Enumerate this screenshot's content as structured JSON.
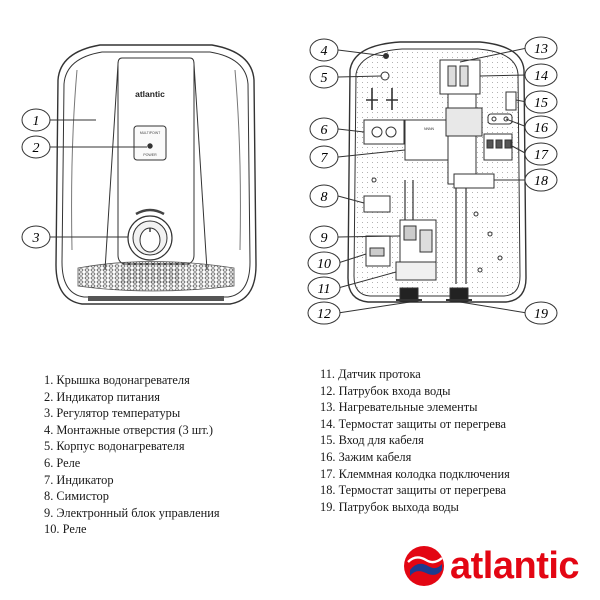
{
  "front_view": {
    "brand": "atlantic",
    "indicator_caption": "POWER",
    "indicator_top": "MULTIPOINT"
  },
  "callouts_left": [
    {
      "n": "1",
      "target": "cover"
    },
    {
      "n": "2",
      "target": "power-indicator"
    },
    {
      "n": "3",
      "target": "temperature-knob"
    }
  ],
  "callouts_right": [
    {
      "n": "4"
    },
    {
      "n": "5"
    },
    {
      "n": "6"
    },
    {
      "n": "7"
    },
    {
      "n": "8"
    },
    {
      "n": "9"
    },
    {
      "n": "10"
    },
    {
      "n": "11"
    },
    {
      "n": "12"
    },
    {
      "n": "13"
    },
    {
      "n": "14"
    },
    {
      "n": "15"
    },
    {
      "n": "16"
    },
    {
      "n": "17"
    },
    {
      "n": "18"
    },
    {
      "n": "19"
    }
  ],
  "legend": {
    "left": [
      "1. Крышка водонагревателя",
      "2. Индикатор питания",
      "3. Регулятор температуры",
      "4. Монтажные отверстия (3 шт.)",
      "5. Корпус водонагревателя",
      "6. Реле",
      "7. Индикатор",
      "8. Симистор",
      "9. Электронный блок управления",
      "10. Реле"
    ],
    "right": [
      "11. Датчик протока",
      "12. Патрубок входа воды",
      "13. Нагревательные элементы",
      "14. Термостат защиты от перегрева",
      "15. Вход для кабеля",
      "16. Зажим кабеля",
      "17. Клеммная колодка подключения",
      "18. Термостат защиты от перегрева",
      "19. Патрубок выхода воды"
    ]
  },
  "logo": {
    "word": "atlantic",
    "colors": {
      "red": "#e30613",
      "blue": "#1d3b8f"
    }
  }
}
